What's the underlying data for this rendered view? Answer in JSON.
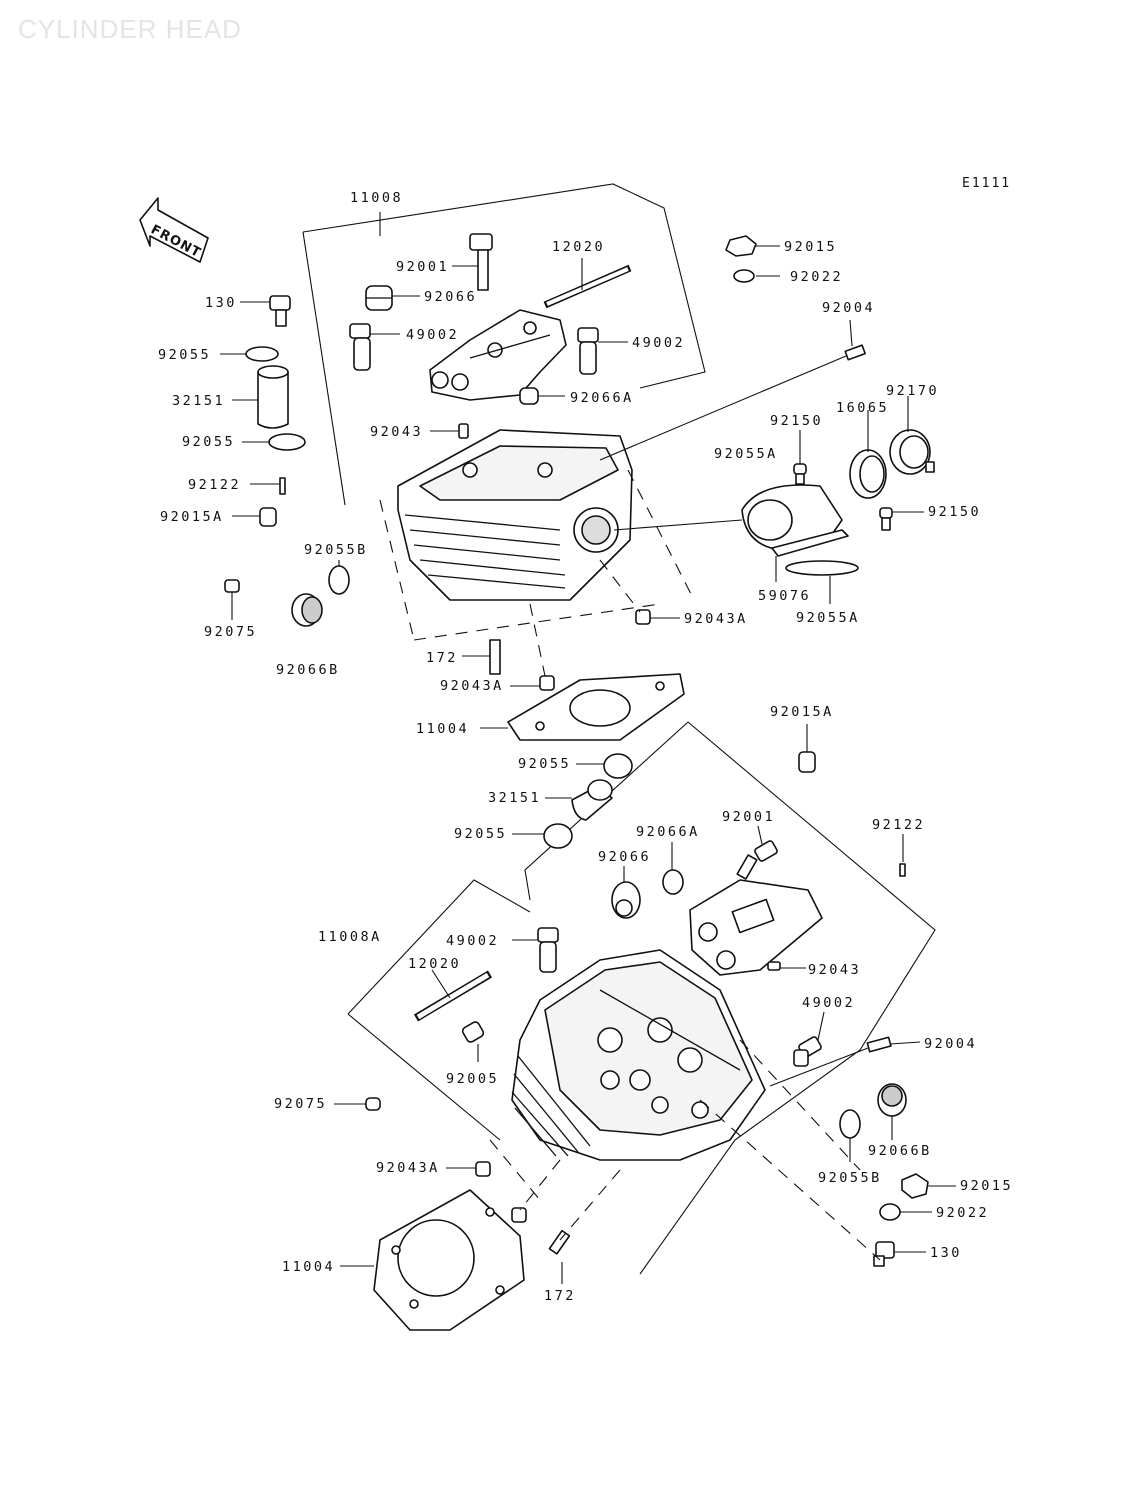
{
  "title": "CYLINDER HEAD",
  "ref_code": "E1111",
  "front_label": "FRONT",
  "labels": {
    "11008": "11008",
    "11008A": "11008A",
    "11004_top": "11004",
    "11004_bottom": "11004",
    "12020_top": "12020",
    "12020_bottom": "12020",
    "92001_top": "92001",
    "92001_bottom": "92001",
    "92066_top": "92066",
    "92066_bottom": "92066",
    "49002_top_left": "49002",
    "49002_top_right": "49002",
    "49002_bottom_left": "49002",
    "49002_bottom_right": "49002",
    "92066A_top": "92066A",
    "92066A_bottom": "92066A",
    "92015_top": "92015",
    "92015_bottom": "92015",
    "92022_top": "92022",
    "92022_bottom": "92022",
    "92004_top": "92004",
    "92004_bottom": "92004",
    "130_top": "130",
    "130_bottom": "130",
    "92055_1": "92055",
    "92055_2": "92055",
    "92055_3": "92055",
    "92055_4": "92055",
    "32151_top": "32151",
    "32151_bottom": "32151",
    "92043_top": "92043",
    "92043_bottom": "92043",
    "92122_top": "92122",
    "92122_bottom": "92122",
    "92015A_top": "92015A",
    "92015A_bottom": "92015A",
    "92055B_top": "92055B",
    "92055B_bottom": "92055B",
    "92075_top": "92075",
    "92075_bottom": "92075",
    "92066B_top": "92066B",
    "92066B_bottom": "92066B",
    "172_top": "172",
    "172_bottom": "172",
    "92043A_1": "92043A",
    "92043A_2": "92043A",
    "92043A_3": "92043A",
    "92170": "92170",
    "16065": "16065",
    "92150_top": "92150",
    "92150_right": "92150",
    "92055A_top": "92055A",
    "92055A_bottom": "92055A",
    "59076": "59076",
    "92005": "92005"
  }
}
